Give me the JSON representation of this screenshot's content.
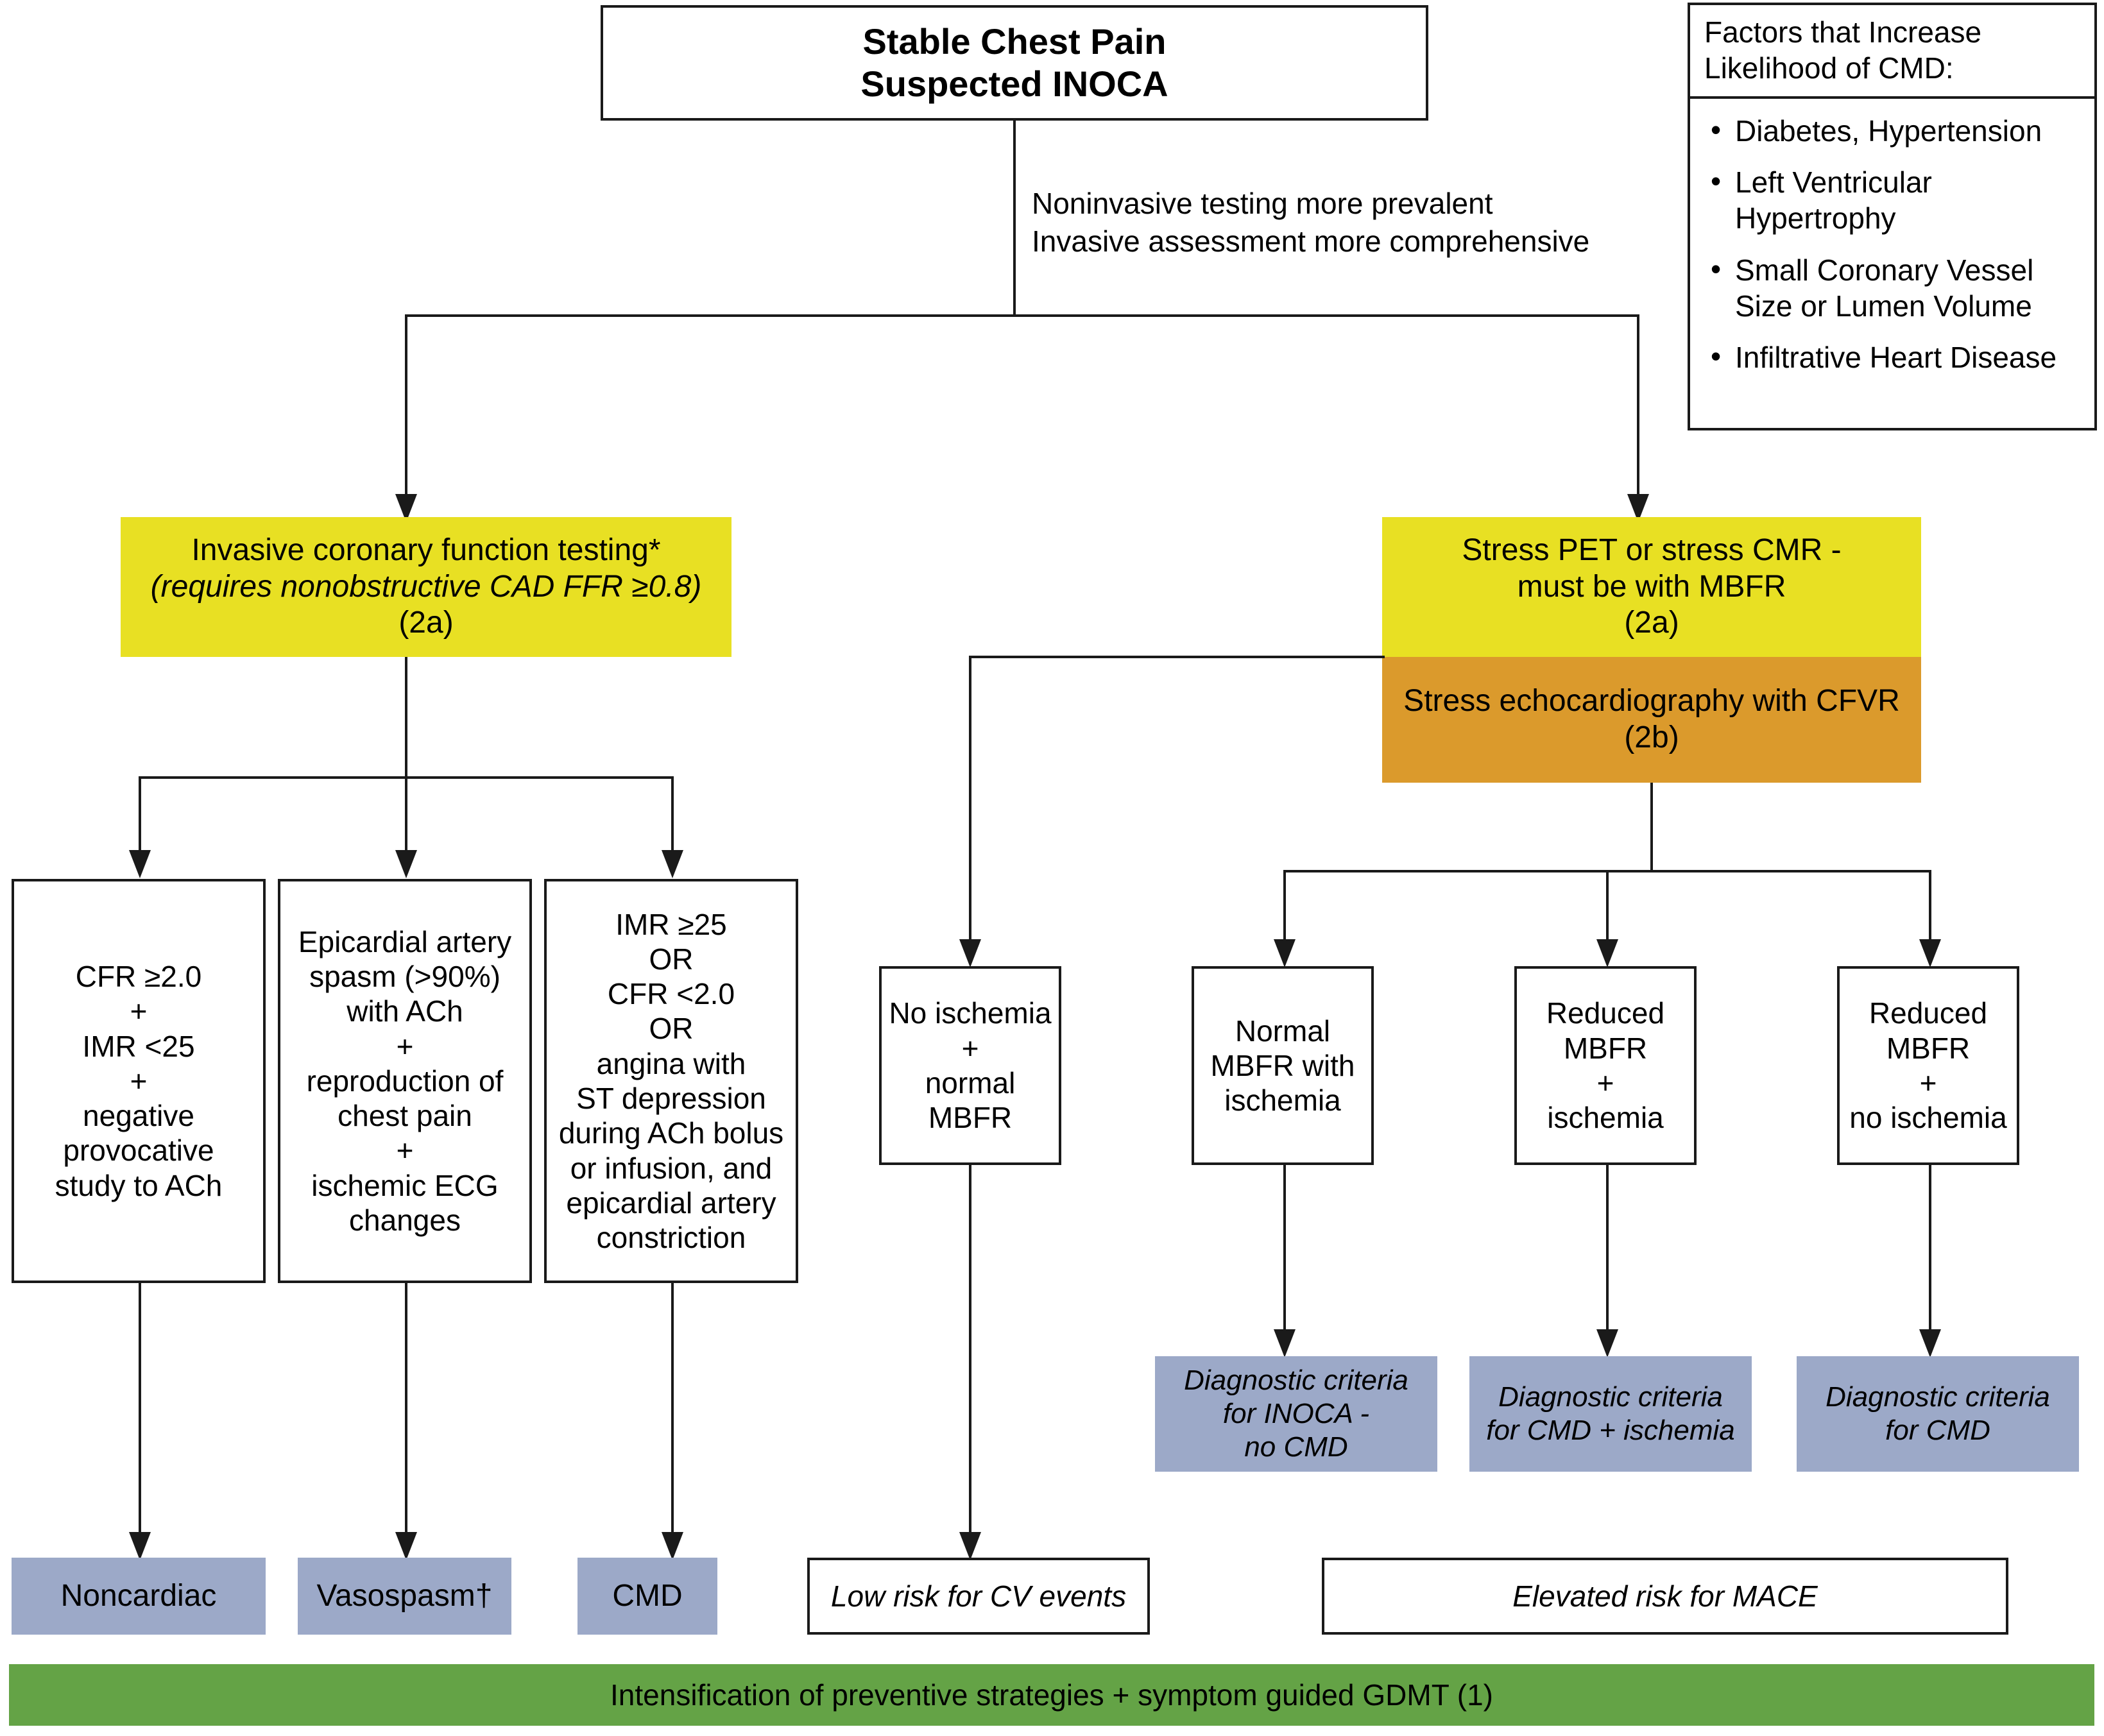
{
  "colors": {
    "yellow": "#E8E023",
    "orange": "#DB9A2C",
    "blue_gray": "#9CA9C8",
    "green": "#64A346",
    "line": "#1a1a1a",
    "white": "#ffffff"
  },
  "root": {
    "line1": "Stable Chest Pain",
    "line2": "Suspected INOCA"
  },
  "edge_note": "Noninvasive testing more prevalent\nInvasive assessment more comprehensive",
  "factors_panel": {
    "title": "Factors that Increase Likelihood of CMD:",
    "items": [
      "Diabetes, Hypertension",
      "Left Ventricular Hypertrophy",
      "Small Coronary Vessel Size or Lumen Volume",
      "Infiltrative Heart Disease"
    ]
  },
  "invasive_branch": {
    "header": {
      "line1": "Invasive coronary function testing*",
      "line2": "(requires nonobstructive CAD FFR ≥0.8)",
      "line3": "(2a)"
    },
    "criteria": [
      {
        "id": "noncardiac-criteria",
        "lines": [
          "CFR ≥2.0",
          "+",
          "IMR <25",
          "+",
          "negative",
          "provocative",
          "study to ACh"
        ]
      },
      {
        "id": "vasospasm-criteria",
        "lines": [
          "Epicardial artery",
          "spasm (>90%)",
          "with ACh",
          "+",
          "reproduction of",
          "chest pain",
          "+",
          "ischemic ECG",
          "changes"
        ]
      },
      {
        "id": "cmd-criteria",
        "lines": [
          "IMR ≥25",
          "OR",
          "CFR <2.0",
          "OR",
          "angina with",
          "ST depression",
          "during ACh bolus",
          "or infusion, and",
          "epicardial artery",
          "constriction"
        ]
      }
    ],
    "outcomes": [
      {
        "id": "noncardiac",
        "label": "Noncardiac"
      },
      {
        "id": "vasospasm",
        "label": "Vasospasm†"
      },
      {
        "id": "cmd",
        "label": "CMD"
      }
    ]
  },
  "noninvasive_branch": {
    "header_yellow": {
      "line1": "Stress PET or stress CMR -",
      "line2": "must be with MBFR",
      "line3": "(2a)"
    },
    "header_orange": {
      "line1": "Stress echocardiography with CFVR",
      "line2": "(2b)"
    },
    "results": [
      {
        "id": "no-ischemia",
        "lines": [
          "No ischemia",
          "+",
          "normal",
          "MBFR"
        ]
      },
      {
        "id": "normal-mbfr-ischemia",
        "lines": [
          "Normal",
          "MBFR with",
          "ischemia"
        ]
      },
      {
        "id": "reduced-mbfr-ischemia",
        "lines": [
          "Reduced",
          "MBFR",
          "+",
          "ischemia"
        ]
      },
      {
        "id": "reduced-mbfr-no-ischemia",
        "lines": [
          "Reduced",
          "MBFR",
          "+",
          "no ischemia"
        ]
      }
    ],
    "diagnostic_criteria": [
      {
        "id": "criteria-inoca-no-cmd",
        "lines": [
          "Diagnostic criteria",
          "for INOCA -",
          "no CMD"
        ]
      },
      {
        "id": "criteria-cmd-ischemia",
        "lines": [
          "Diagnostic criteria",
          "for CMD + ischemia"
        ]
      },
      {
        "id": "criteria-cmd",
        "lines": [
          "Diagnostic criteria",
          "for CMD"
        ]
      }
    ],
    "risk": {
      "low": "Low risk for CV events",
      "elevated": "Elevated risk for MACE"
    }
  },
  "footer": {
    "label": "Intensification of preventive strategies + symptom guided GDMT (1)"
  }
}
